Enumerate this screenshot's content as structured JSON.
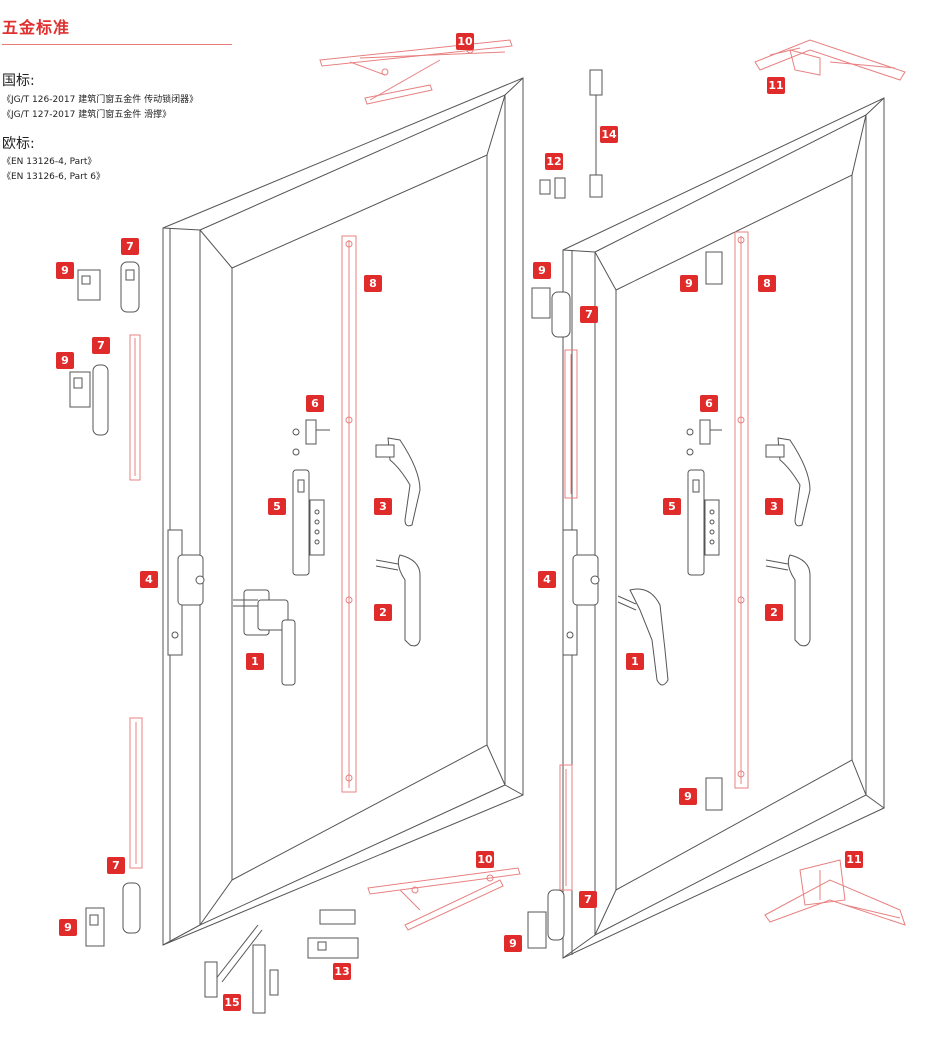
{
  "header": {
    "title": "五金标准"
  },
  "standards": {
    "national_label": "国标:",
    "national_items": [
      "《JG/T 126-2017 建筑门窗五金件 传动锁闭器》",
      "《JG/T 127-2017 建筑门窗五金件 滑撑》"
    ],
    "european_label": "欧标:",
    "european_items": [
      "《EN 13126-4, Part》",
      "《EN 13126-6, Part 6》"
    ]
  },
  "callouts": {
    "c1": "1",
    "c2": "2",
    "c3": "3",
    "c4": "4",
    "c5": "5",
    "c6": "6",
    "c7": "7",
    "c8": "8",
    "c9": "9",
    "c10": "10",
    "c11": "11",
    "c12": "12",
    "c13": "13",
    "c14": "14",
    "c15": "15"
  },
  "colors": {
    "accent": "#e02b2b",
    "line": "#555555",
    "highlight": "#e88080"
  }
}
